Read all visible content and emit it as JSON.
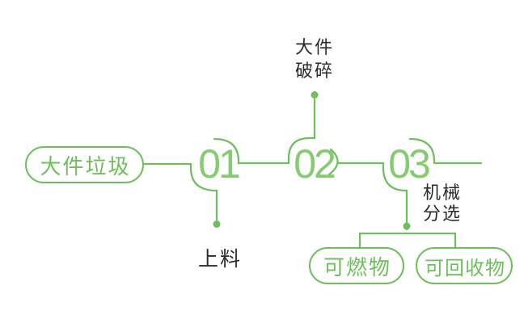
{
  "palette": {
    "line_green": "#6ebf5b",
    "digit_green": "#85cb6f",
    "dark_text": "#2b2b2b",
    "background": "#ffffff"
  },
  "diagram": {
    "source": {
      "label": "大件垃圾"
    },
    "steps": [
      {
        "number": "01",
        "label": "上料"
      },
      {
        "number": "02",
        "label_lines": [
          "大件",
          "破碎"
        ]
      },
      {
        "number": "03",
        "label_lines": [
          "机械",
          "分选"
        ]
      }
    ],
    "outputs": [
      {
        "label": "可燃物"
      },
      {
        "label": "可回收物"
      }
    ]
  }
}
